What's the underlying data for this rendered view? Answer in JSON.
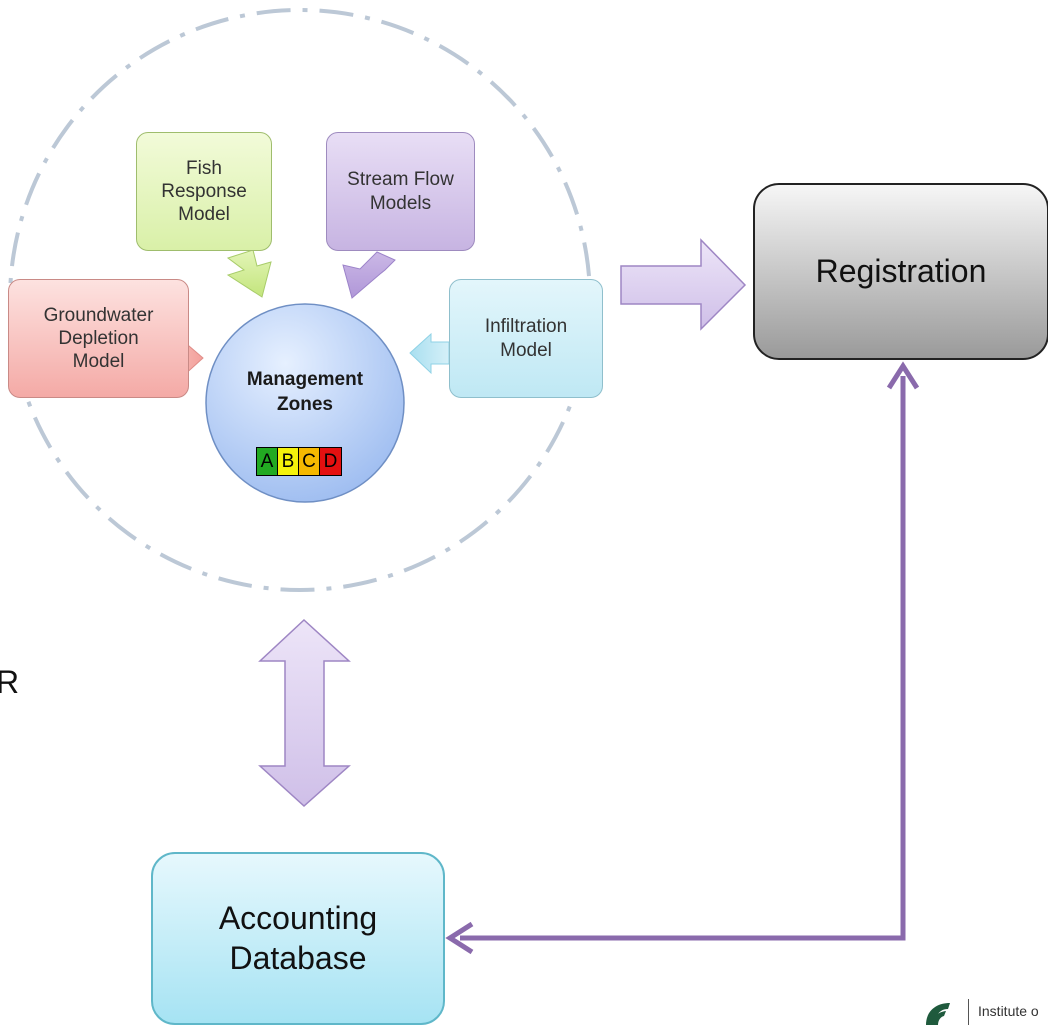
{
  "diagram": {
    "models": {
      "fish_response": "Fish\nResponse\nModel",
      "stream_flow": "Stream Flow\nModels",
      "groundwater_depletion": "Groundwater\nDepletion\nModel",
      "infiltration": "Infiltration\nModel"
    },
    "management_zones": {
      "label": "Management\nZones",
      "zones": [
        {
          "letter": "A",
          "color": "#22aa22"
        },
        {
          "letter": "B",
          "color": "#f4f20b"
        },
        {
          "letter": "C",
          "color": "#f5b800"
        },
        {
          "letter": "D",
          "color": "#e41010"
        }
      ]
    },
    "registration": "Registration",
    "accounting_database": "Accounting\nDatabase",
    "stray_text": "R",
    "logo_text": "Institute o",
    "colors": {
      "connector_purple": "#8a6aac",
      "arrow_fill": "#dccff0",
      "arrow_stroke": "#9e86c4",
      "dash_circle": "#bcc8d6"
    }
  }
}
